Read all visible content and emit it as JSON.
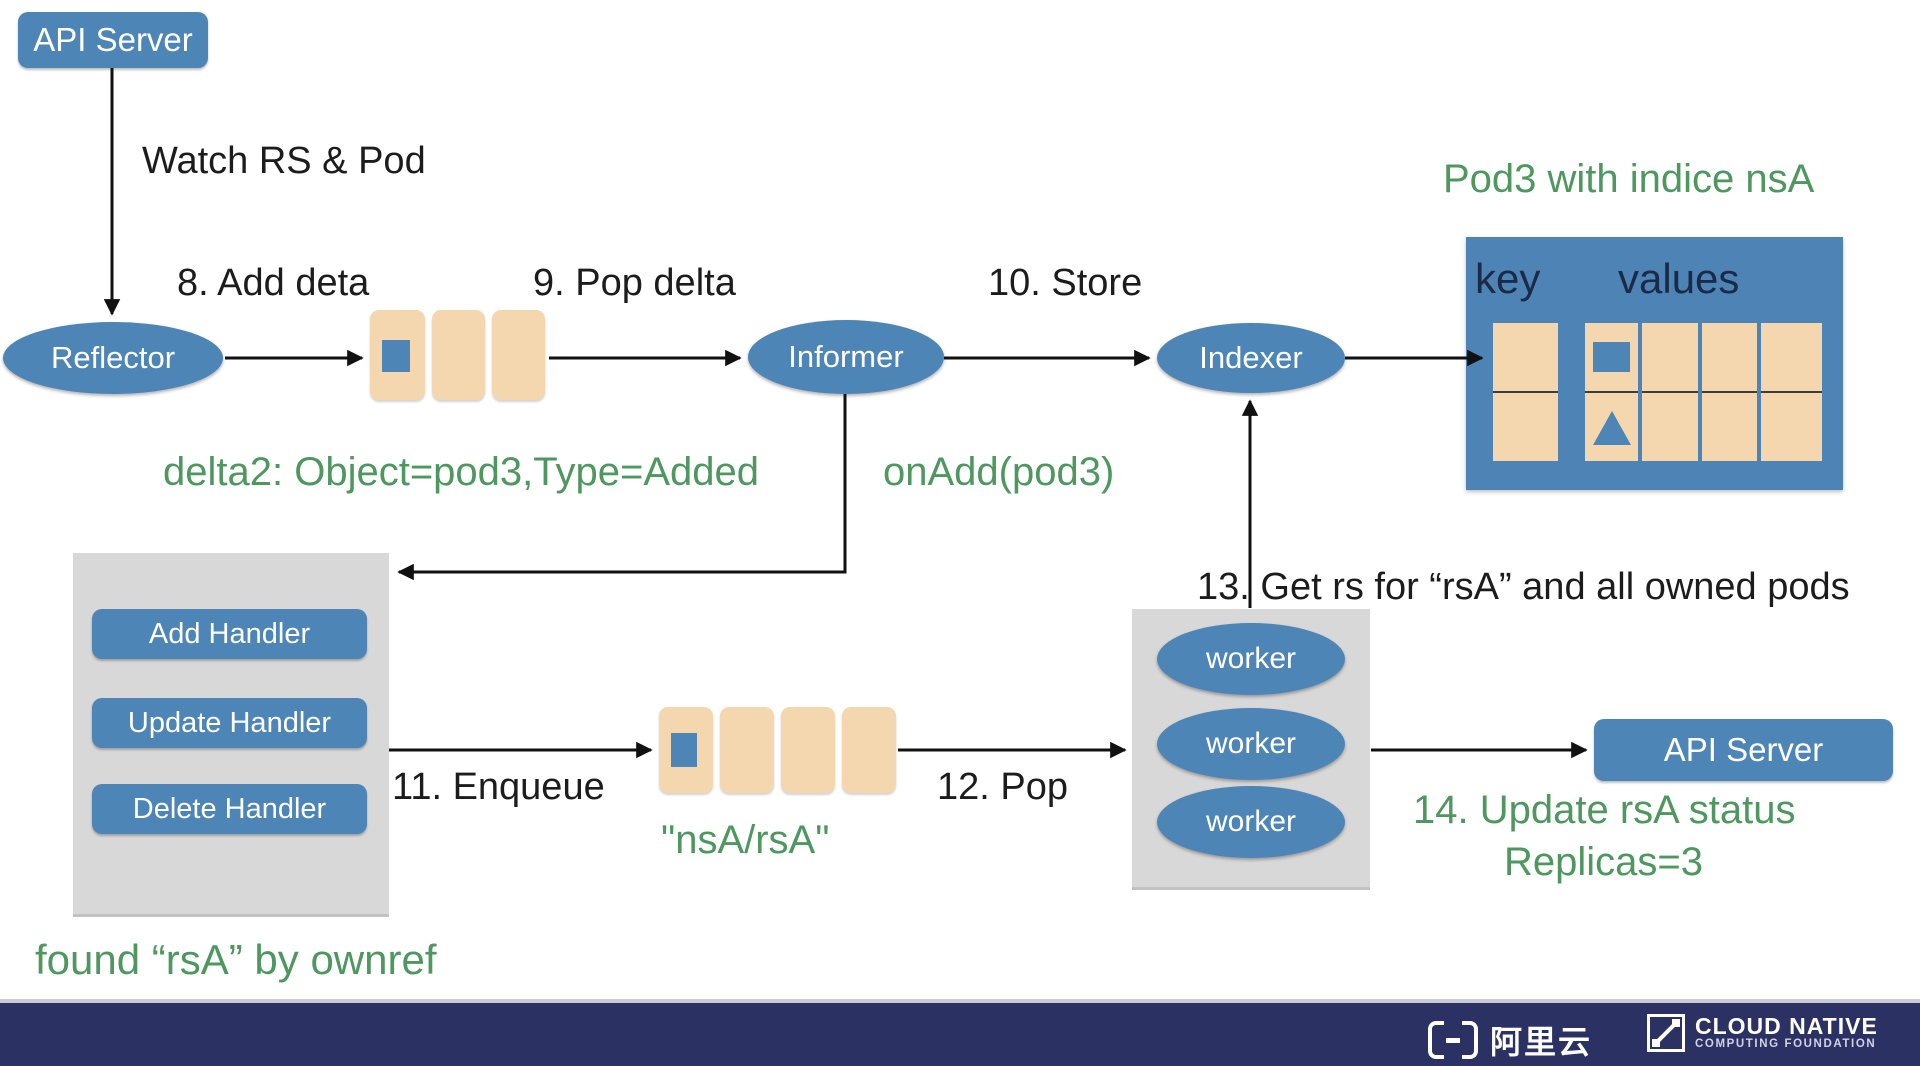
{
  "nodes": {
    "api_server_top": "API Server",
    "reflector": "Reflector",
    "informer": "Informer",
    "indexer": "Indexer",
    "api_server_right": "API Server",
    "handlers": [
      "Add Handler",
      "Update Handler",
      "Delete Handler"
    ],
    "workers": [
      "worker",
      "worker",
      "worker"
    ]
  },
  "labels": {
    "watch": "Watch RS & Pod",
    "step8": "8. Add deta",
    "step9": "9. Pop delta",
    "step10": "10. Store",
    "step11": "11. Enqueue",
    "step12": "12. Pop",
    "step13": "13. Get rs for “rsA” and all owned pods",
    "step14_line1": "14. Update rsA status",
    "step14_line2": "Replicas=3",
    "delta2": "delta2: Object=pod3,Type=Added",
    "onadd": "onAdd(pod3)",
    "pod3_indice": "Pod3 with indice nsA",
    "nsa_rsa": "\"nsA/rsA\"",
    "found": "found “rsA” by ownref"
  },
  "table": {
    "key_header": "key",
    "values_header": "values"
  },
  "footer": {
    "alibaba": "阿里云",
    "cncf_line1": "CLOUD NATIVE",
    "cncf_line2": "COMPUTING FOUNDATION"
  },
  "colors": {
    "node_blue": "#4d85b6",
    "queue_tan": "#f4d7ae",
    "green_text": "#4e975f",
    "gray_box": "#d8d8d8",
    "footer_navy": "#2b3162",
    "table_header_navy": "#1b2a47"
  }
}
